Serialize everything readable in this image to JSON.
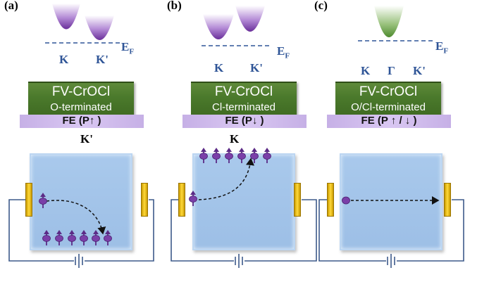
{
  "panels": [
    {
      "label": "(a)",
      "valleys": [
        "K",
        "K'"
      ],
      "ef": "E",
      "ef_sub": "F",
      "layer_name": "FV-CrOCl",
      "termination": "O-terminated",
      "fe": "FE (P↑ )",
      "device_valley": "K'"
    },
    {
      "label": "(b)",
      "valleys": [
        "K",
        "K'"
      ],
      "ef": "E",
      "ef_sub": "F",
      "layer_name": "FV-CrOCl",
      "termination": "Cl-terminated",
      "fe": "FE (P↓ )",
      "device_valley": "K"
    },
    {
      "label": "(c)",
      "valleys": [
        "K",
        "Γ",
        "K'"
      ],
      "ef": "E",
      "ef_sub": "F",
      "layer_name": "FV-CrOCl",
      "termination": "O/Cl-terminated",
      "fe": "FE (P ↑ / ↓ )",
      "device_valley": ""
    }
  ],
  "colors": {
    "valley_purple": "#7a3fa8",
    "valley_green": "#5c8f3e",
    "text_blue": "#2f5597",
    "layer_green": "#4b7a2c",
    "fe_lavender": "#d4c2ee",
    "device_blue": "#a3c4e9",
    "electrode_gold": "#f2c200",
    "circuit_blue": "#3d5a8a"
  }
}
